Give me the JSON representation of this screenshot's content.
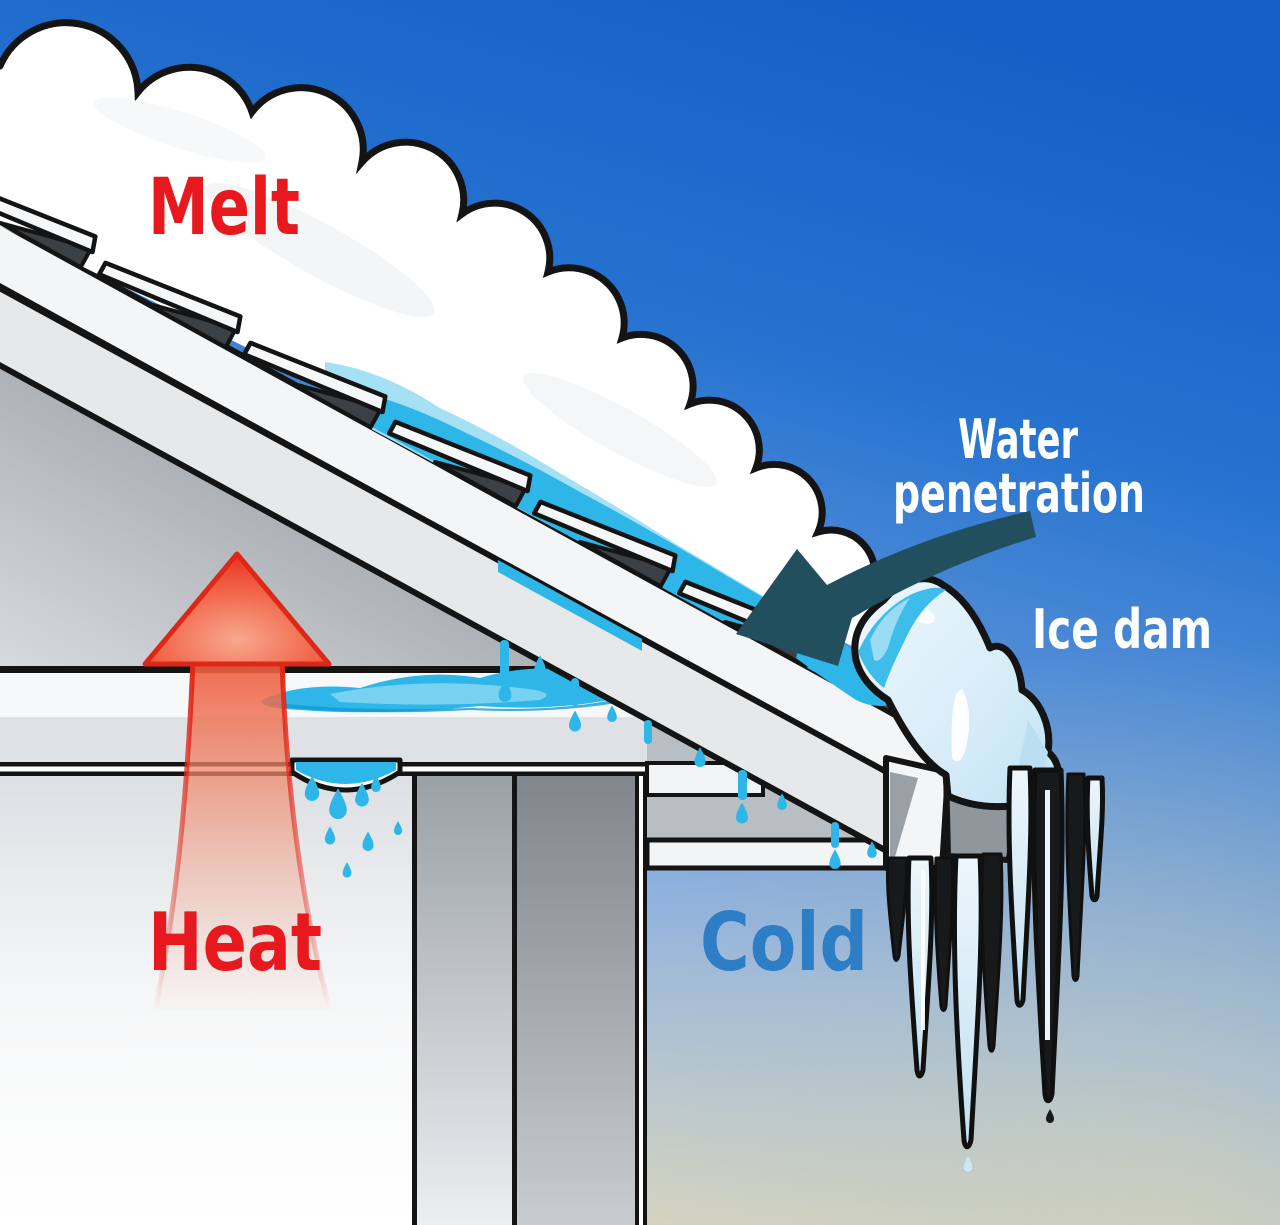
{
  "labels": {
    "melt": "Melt",
    "heat": "Heat",
    "cold": "Cold",
    "water_penetration_line1": "Water",
    "water_penetration_line2": "penetration",
    "ice_dam": "Ice dam"
  },
  "colors": {
    "sky_top": "#135fc7",
    "sky_bottom": "#d8d4c0",
    "snow": "#ffffff",
    "melt_water": "#2fb6e9",
    "melt_water_light": "#a5e0f5",
    "heat_red": "#e8181f",
    "cold_blue": "#2e7ec6",
    "label_white": "#ffffff",
    "penetration_arrow": "#224f5e",
    "ice": "#dceff9",
    "outline": "#141414"
  }
}
